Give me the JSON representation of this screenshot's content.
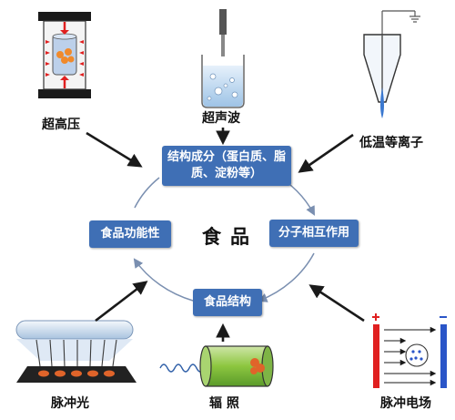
{
  "center_label": "食品",
  "boxes": {
    "structure_components": "结构成分（蛋白质、脂质、淀粉等）",
    "molecular_interaction": "分子相互作用",
    "food_structure": "食品结构",
    "food_functionality": "食品功能性"
  },
  "technologies": {
    "high_pressure": "超高压",
    "ultrasound": "超声波",
    "cold_plasma": "低温等离子",
    "pulsed_light": "脉冲光",
    "irradiation": "辐  照",
    "pulsed_electric_field": "脉冲电场"
  },
  "colors": {
    "box": "#3f6fb5",
    "arrow": "#1a1a1a",
    "cycle": "#7a8fb0"
  }
}
